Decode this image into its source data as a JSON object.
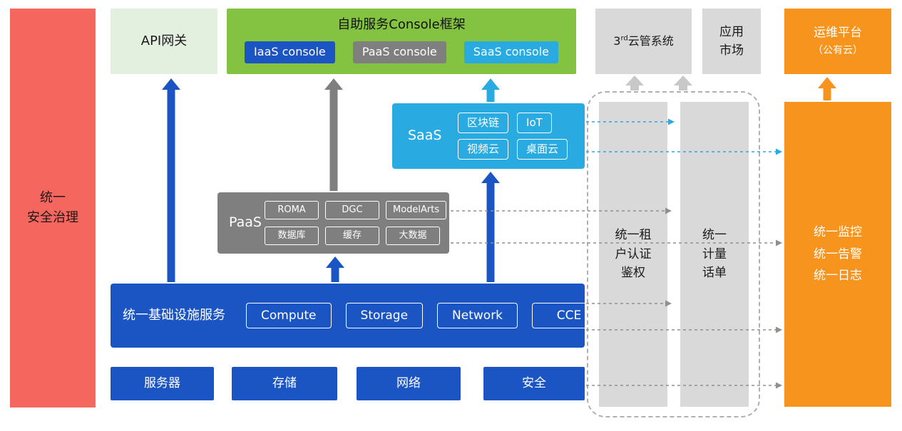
{
  "colors": {
    "blue": "#1B55C4",
    "gray": "#7F7F7F",
    "cyan": "#29ABE2",
    "green": "#84C341",
    "light_green": "#E3F0DF",
    "light_gray": "#D9D9D9",
    "orange": "#F7941E",
    "red": "#F4665E"
  },
  "security_bar": {
    "label": "统一\n安全治理"
  },
  "api_gateway": {
    "label": "API网关"
  },
  "console_frame": {
    "title": "自助服务Console框架",
    "iaas_console": "IaaS console",
    "paas_console": "PaaS console",
    "saas_console": "SaaS console"
  },
  "third_party_cloud": {
    "prefix": "3",
    "sup": "rd",
    "rest": "云管系统"
  },
  "app_market": {
    "label": "应用\n市场"
  },
  "om_platform": {
    "line1": "运维平台",
    "line2": "（公有云）"
  },
  "saas": {
    "label": "SaaS",
    "items": [
      "区块链",
      "IoT",
      "视频云",
      "桌面云"
    ]
  },
  "paas": {
    "label": "PaaS",
    "items": [
      "ROMA",
      "DGC",
      "ModelArts",
      "数据库",
      "缓存",
      "大数据"
    ]
  },
  "iaas": {
    "label": "统一基础设施服务",
    "items": [
      "Compute",
      "Storage",
      "Network",
      "CCE"
    ]
  },
  "hardware": {
    "items": [
      "服务器",
      "存储",
      "网络",
      "安全"
    ]
  },
  "auth_bar": {
    "label": "统一租\n户认证\n鉴权"
  },
  "metering_bar": {
    "label": "统一\n计量\n话单"
  },
  "monitor_bar": {
    "label": "统一监控\n统一告警\n统一日志"
  }
}
